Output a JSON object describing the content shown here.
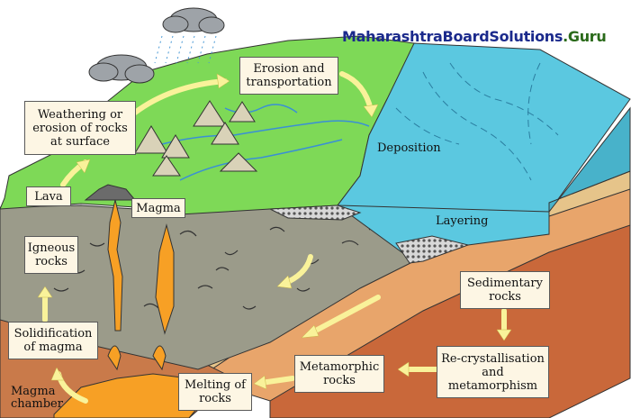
{
  "brand": {
    "part1": "MaharashtraBoardSolutions",
    "part2": ".Guru"
  },
  "colors": {
    "land": "#7ed957",
    "sea": "#5bc8e0",
    "igneous_rock": "#9b9b8a",
    "sedimentary_layer": "#e8a56b",
    "deep_layer": "#c9683a",
    "magma": "#f7a025",
    "arrow": "#f9f29a",
    "label_box": "#fdf6e4"
  },
  "labels": {
    "weathering": "Weathering or erosion of rocks at surface",
    "erosion": "Erosion and transportation",
    "deposition": "Deposition",
    "layering": "Layering",
    "lava": "Lava",
    "magma": "Magma",
    "igneous": "Igneous rocks",
    "solidification": "Solidification of magma",
    "sedimentary": "Sedimentary rocks",
    "recrystallisation": "Re-crystallisation and metamorphism",
    "metamorphic": "Metamorphic rocks",
    "melting": "Melting of rocks",
    "magma_chamber": "Magma chamber"
  }
}
